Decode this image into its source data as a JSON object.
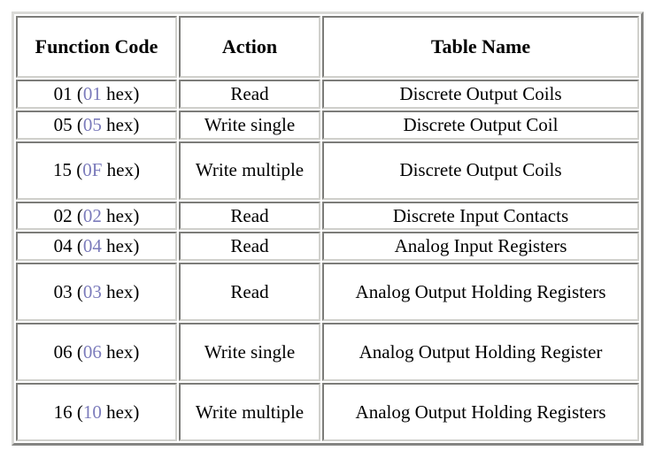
{
  "table": {
    "name": "modbus-function-codes-table",
    "accent_hex_color": "#7b7bbb",
    "border_color": "#d0d0cc",
    "headers": {
      "function_code": "Function Code",
      "action": "Action",
      "table_name": "Table Name"
    },
    "rows": [
      {
        "code_decimal": "01",
        "code_prefix": "01 (",
        "code_hex": "01",
        "code_suffix": " hex)",
        "action": "Read",
        "table_name": "Discrete Output Coils",
        "lines": 1
      },
      {
        "code_decimal": "05",
        "code_prefix": "05 (",
        "code_hex": "05",
        "code_suffix": " hex)",
        "action": "Write single",
        "table_name": "Discrete Output Coil",
        "lines": 1
      },
      {
        "code_decimal": "15",
        "code_prefix": "15 (",
        "code_hex": "0F",
        "code_suffix": " hex)",
        "action": "Write multiple",
        "table_name": "Discrete Output Coils",
        "lines": 2
      },
      {
        "code_decimal": "02",
        "code_prefix": "02 (",
        "code_hex": "02",
        "code_suffix": " hex)",
        "action": "Read",
        "table_name": "Discrete Input Contacts",
        "lines": 1
      },
      {
        "code_decimal": "04",
        "code_prefix": "04 (",
        "code_hex": "04",
        "code_suffix": " hex)",
        "action": "Read",
        "table_name": "Analog Input Registers",
        "lines": 1
      },
      {
        "code_decimal": "03",
        "code_prefix": "03 (",
        "code_hex": "03",
        "code_suffix": " hex)",
        "action": "Read",
        "table_name": "Analog Output Holding Registers",
        "lines": 2
      },
      {
        "code_decimal": "06",
        "code_prefix": "06 (",
        "code_hex": "06",
        "code_suffix": " hex)",
        "action": "Write single",
        "table_name": "Analog Output Holding Register",
        "lines": 2
      },
      {
        "code_decimal": "16",
        "code_prefix": "16 (",
        "code_hex": "10",
        "code_suffix": " hex)",
        "action": "Write multiple",
        "table_name": "Analog Output Holding Registers",
        "lines": 2
      }
    ]
  }
}
